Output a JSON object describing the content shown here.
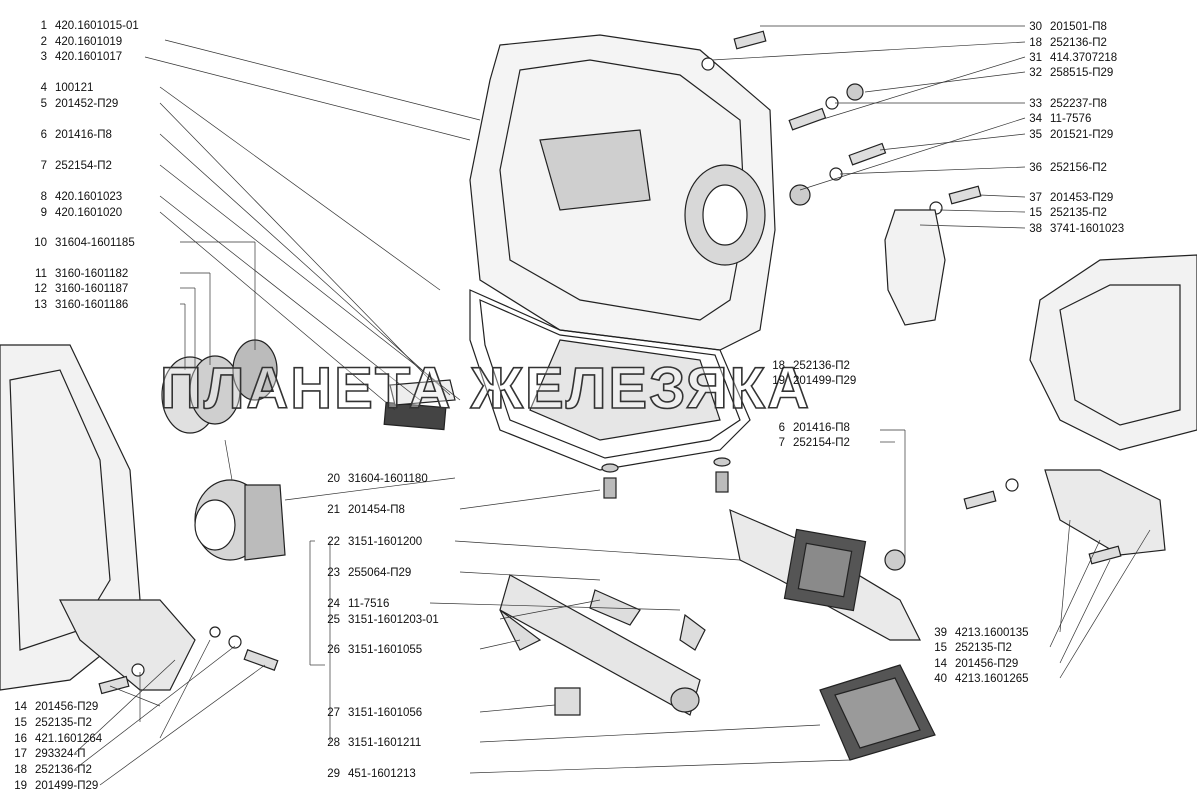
{
  "watermark": "ПЛАНЕТА ЖЕЛЕЗЯКА",
  "labels_left": [
    {
      "n": "1",
      "code": "420.1601015-01"
    },
    {
      "n": "2",
      "code": "420.1601019"
    },
    {
      "n": "3",
      "code": "420.1601017"
    },
    {
      "n": "4",
      "code": "100121"
    },
    {
      "n": "5",
      "code": "201452-П29"
    },
    {
      "n": "6",
      "code": "201416-П8"
    },
    {
      "n": "7",
      "code": "252154-П2"
    },
    {
      "n": "8",
      "code": "420.1601023"
    },
    {
      "n": "9",
      "code": "420.1601020"
    },
    {
      "n": "10",
      "code": "31604-1601185"
    },
    {
      "n": "11",
      "code": "3160-1601182"
    },
    {
      "n": "12",
      "code": "3160-1601187"
    },
    {
      "n": "13",
      "code": "3160-1601186"
    }
  ],
  "labels_bottom_left": [
    {
      "n": "14",
      "code": "201456-П29"
    },
    {
      "n": "15",
      "code": "252135-П2"
    },
    {
      "n": "16",
      "code": "421.1601264"
    },
    {
      "n": "17",
      "code": "293324-П"
    },
    {
      "n": "18",
      "code": "252136-П2"
    },
    {
      "n": "19",
      "code": "201499-П29"
    }
  ],
  "labels_center": [
    {
      "n": "20",
      "code": "31604-1601180"
    },
    {
      "n": "21",
      "code": "201454-П8"
    },
    {
      "n": "22",
      "code": "3151-1601200"
    },
    {
      "n": "23",
      "code": "255064-П29"
    },
    {
      "n": "24",
      "code": "11-7516"
    },
    {
      "n": "25",
      "code": "3151-1601203-01"
    },
    {
      "n": "26",
      "code": "3151-1601055"
    },
    {
      "n": "27",
      "code": "3151-1601056"
    },
    {
      "n": "28",
      "code": "3151-1601211"
    },
    {
      "n": "29",
      "code": "451-1601213"
    }
  ],
  "labels_right": [
    {
      "n": "30",
      "code": "201501-П8"
    },
    {
      "n": "18",
      "code": "252136-П2"
    },
    {
      "n": "31",
      "code": "414.3707218"
    },
    {
      "n": "32",
      "code": "258515-П29"
    },
    {
      "n": "33",
      "code": "252237-П8"
    },
    {
      "n": "34",
      "code": "11-7576"
    },
    {
      "n": "35",
      "code": "201521-П29"
    },
    {
      "n": "36",
      "code": "252156-П2"
    },
    {
      "n": "37",
      "code": "201453-П29"
    },
    {
      "n": "15",
      "code": "252135-П2"
    },
    {
      "n": "38",
      "code": "3741-1601023"
    }
  ],
  "labels_mid_right": [
    {
      "n": "18",
      "code": "252136-П2"
    },
    {
      "n": "19",
      "code": "201499-П29"
    },
    {
      "n": "6",
      "code": "201416-П8"
    },
    {
      "n": "7",
      "code": "252154-П2"
    }
  ],
  "labels_lower_right": [
    {
      "n": "39",
      "code": "4213.1600135"
    },
    {
      "n": "15",
      "code": "252135-П2"
    },
    {
      "n": "14",
      "code": "201456-П29"
    },
    {
      "n": "40",
      "code": "4213.1601265"
    }
  ]
}
